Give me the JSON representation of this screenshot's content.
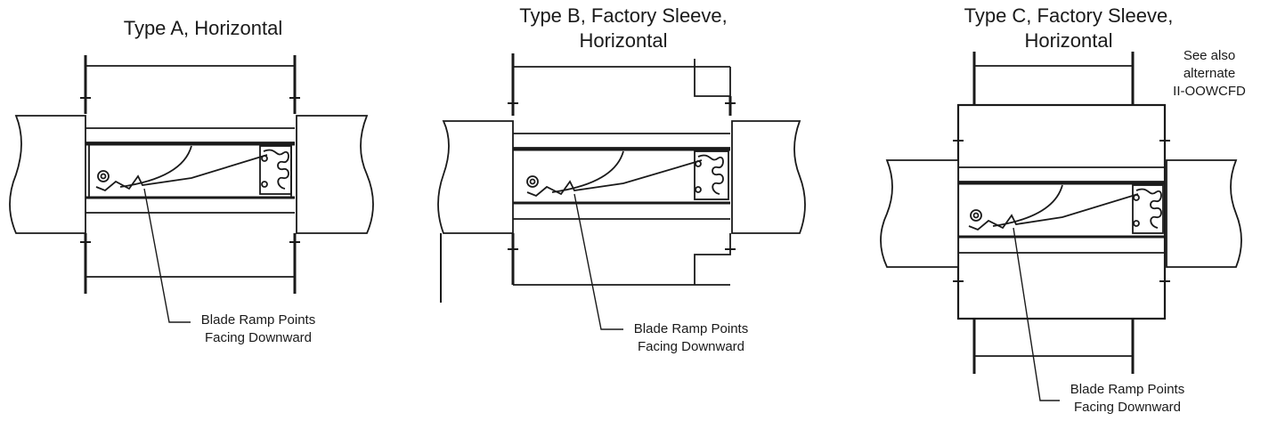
{
  "diagrams": [
    {
      "id": "type-a",
      "title_lines": [
        "Type A, Horizontal"
      ],
      "callout_lines": [
        "Blade Ramp Points",
        "Facing Downward"
      ]
    },
    {
      "id": "type-b",
      "title_lines": [
        "Type B, Factory Sleeve,",
        "Horizontal"
      ],
      "callout_lines": [
        "Blade Ramp Points",
        "Facing Downward"
      ]
    },
    {
      "id": "type-c",
      "title_lines": [
        "Type C, Factory Sleeve,",
        "Horizontal"
      ],
      "callout_lines": [
        "Blade Ramp Points",
        "Facing Downward"
      ],
      "note_lines": [
        "See also",
        "alternate",
        "II-OOWCFD"
      ]
    }
  ]
}
